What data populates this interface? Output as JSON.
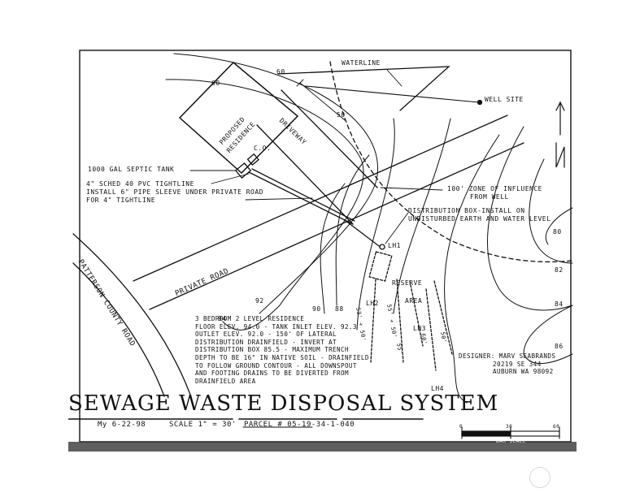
{
  "title": "SEWAGE WASTE DISPOSAL SYSTEM",
  "date": "My 6-22-98",
  "scale": "SCALE 1\" = 30'",
  "parcel": "PARCEL # 05-19-34-1-040",
  "labels": {
    "waterline": "WATERLINE",
    "well_site": "WELL SITE",
    "north_arrow": "N",
    "proposed": "PROPOSED",
    "residence": "RESIDENCE",
    "driveway": "DRIVEWAY",
    "co": "C.O.",
    "septic_tank": "1000 GAL SEPTIC TANK",
    "tightline_1": "4\" SCHED 40 PVC TIGHTLINE",
    "tightline_2": "INSTALL 6\" PIPE SLEEVE UNDER PRIVATE ROAD",
    "tightline_3": "FOR 4\" TIGHTLINE",
    "zone_1": "100' ZONE OF INFLUENCE",
    "zone_2": "FROM WELL",
    "dbox_1": "DISTRIBUTION BOX-INSTALL ON",
    "dbox_2": "UNDISTURBED EARTH AND WATER LEVEL",
    "private_road": "PRIVATE ROAD",
    "county_road": "PATTERSON COUNTY ROAD",
    "reserve": "RESERVE",
    "area": "AREA",
    "lh1": "LH1",
    "lh2": "LH2",
    "lh3": "LH3",
    "lh4": "LH4",
    "dist_50": "50'",
    "contour_80": "80",
    "contour_82": "82",
    "contour_84": "84",
    "contour_86": "86",
    "contour_88": "88",
    "contour_90": "90",
    "contour_92": "92",
    "contour_94": "94",
    "lot_60_a": "60",
    "lot_60_b": "60",
    "trench_1": "53' + 50'",
    "trench_2": "55' + 50'",
    "trench_3": "60'",
    "trench_4": "55'",
    "trench_5": "50'",
    "scale_0": "0",
    "scale_30": "30",
    "scale_60": "60",
    "bar_scale": "BAR SCALE"
  },
  "notes": [
    "3 BEDROOM 2 LEVEL RESIDENCE",
    "FLOOR ELEV. 94.0 - TANK INLET ELEV. 92.3",
    "OUTLET ELEV. 92.0 - 150' OF LATERAL",
    "DISTRIBUTION DRAINFIELD - INVERT AT",
    "DISTRIBUTION BOX 85.5 - MAXIMUM TRENCH",
    "DEPTH TO BE 16\" IN NATIVE SOIL - DRAINFIELD",
    "TO FOLLOW GROUND CONTOUR - ALL DOWNSPOUT",
    "AND FOOTING DRAINS TO BE DIVERTED FROM",
    "DRAINFIELD AREA"
  ],
  "designer": [
    "DESIGNER: MARV SEABRANDS",
    "20219 SE 344",
    "AUBURN WA 98092"
  ]
}
